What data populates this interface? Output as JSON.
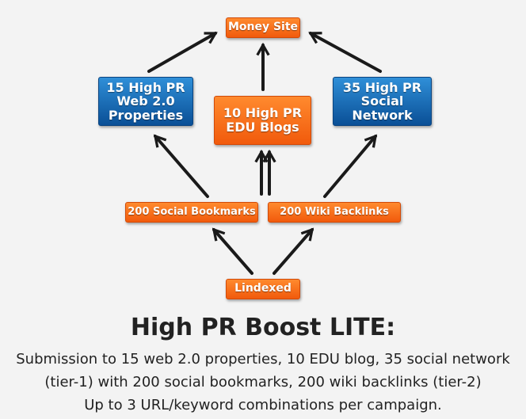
{
  "nodes": {
    "money_site": "Money Site",
    "web20": "15 High PR\nWeb 2.0\nProperties",
    "edu": "10 High PR\nEDU Blogs",
    "social_network": "35 High PR\nSocial\nNetwork",
    "social_bookmarks": "200 Social Bookmarks",
    "wiki_backlinks": "200 Wiki Backlinks",
    "lindexed": "Lindexed"
  },
  "colors": {
    "orange": "#f46a1a",
    "blue": "#1668b4",
    "arrow": "#1a1a1a"
  },
  "edges": [
    {
      "from": "web20",
      "to": "money_site"
    },
    {
      "from": "edu",
      "to": "money_site"
    },
    {
      "from": "social_network",
      "to": "money_site"
    },
    {
      "from": "social_bookmarks",
      "to": "web20"
    },
    {
      "from": "social_bookmarks",
      "to": "edu"
    },
    {
      "from": "wiki_backlinks",
      "to": "edu"
    },
    {
      "from": "wiki_backlinks",
      "to": "social_network"
    },
    {
      "from": "lindexed",
      "to": "social_bookmarks"
    },
    {
      "from": "lindexed",
      "to": "wiki_backlinks"
    }
  ],
  "title": "High PR Boost LITE:",
  "description": [
    "Submission to 15 web 2.0 properties, 10 EDU blog, 35 social network",
    "(tier-1) with 200 social bookmarks, 200 wiki  backlinks (tier-2)",
    "Up to 3 URL/keyword combinations per campaign."
  ]
}
